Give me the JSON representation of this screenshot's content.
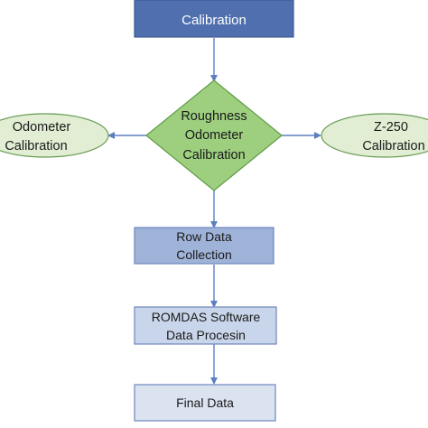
{
  "nodes": {
    "calibration": {
      "text": "Calibration"
    },
    "roughness": {
      "lines": [
        "Roughness",
        "Odometer",
        "Calibration"
      ]
    },
    "odometer": {
      "lines": [
        "Odometer",
        "Calibration"
      ]
    },
    "z250": {
      "lines": [
        "Z-250",
        "Calibration"
      ]
    },
    "row_data": {
      "lines": [
        "Row Data",
        "Collection"
      ]
    },
    "romdas": {
      "lines": [
        "ROMDAS Software",
        "Data Procesin"
      ]
    },
    "final": {
      "text": "Final Data"
    }
  },
  "colors": {
    "calibration_fill": "#4f6fae",
    "calibration_border": "#3e5a92",
    "diamond_fill": "#9dcf7f",
    "diamond_border": "#5f9b46",
    "ellipse_fill": "#e1eed3",
    "ellipse_border": "#6a9b55",
    "row_data_fill": "#9fb3d8",
    "romdas_fill": "#c9d5ea",
    "final_fill": "#dbe3f1",
    "box_border": "#6d87bd",
    "arrow": "#5b7fbf"
  }
}
